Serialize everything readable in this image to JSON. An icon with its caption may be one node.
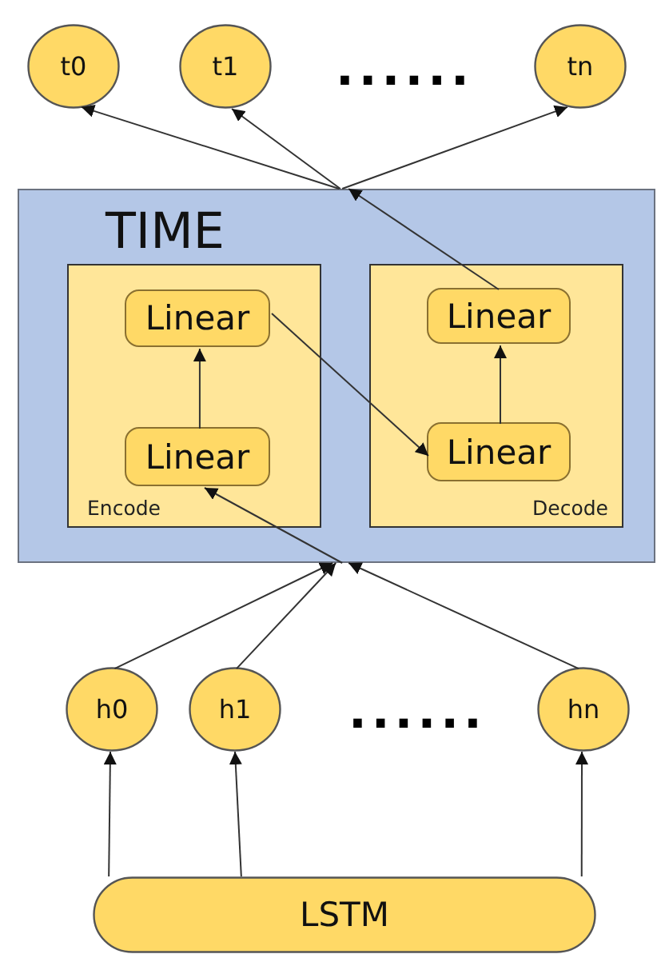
{
  "diagram": {
    "nodes": [
      {
        "text": [
          "t0"
        ]
      },
      {
        "text": [
          "t1"
        ]
      },
      {
        "text": [
          "tn"
        ]
      },
      {
        "text": [
          "TIME"
        ]
      },
      {
        "text": [
          "Encode"
        ],
        "in": 3
      },
      {
        "text": [
          "Decode"
        ],
        "in": 3
      },
      {
        "text": [
          "Linear"
        ],
        "in": 4
      },
      {
        "text": [
          "Linear"
        ],
        "in": 4
      },
      {
        "text": [
          "Linear"
        ],
        "in": 5
      },
      {
        "text": [
          "Linear"
        ],
        "in": 5
      },
      {
        "text": [
          "h0"
        ]
      },
      {
        "text": [
          "h1"
        ]
      },
      {
        "text": [
          "hn"
        ]
      },
      {
        "text": [
          "LSTM"
        ]
      }
    ],
    "edges": [
      {
        "from": 13,
        "to": 10,
        "arrow": "to"
      },
      {
        "from": 13,
        "to": 11,
        "arrow": "to"
      },
      {
        "from": 13,
        "to": 12,
        "arrow": "to"
      },
      {
        "from": 10,
        "to": 3,
        "arrow": "to"
      },
      {
        "from": 11,
        "to": 3,
        "arrow": "to"
      },
      {
        "from": 12,
        "to": 3,
        "arrow": "to"
      },
      {
        "from": 3,
        "to": 7,
        "arrow": "to"
      },
      {
        "from": 7,
        "to": 6,
        "arrow": "to"
      },
      {
        "from": 6,
        "to": 9,
        "arrow": "to"
      },
      {
        "from": 9,
        "to": 8,
        "arrow": "to"
      },
      {
        "from": 8,
        "to": 3,
        "arrow": "to"
      },
      {
        "from": 3,
        "to": 0,
        "arrow": "to"
      },
      {
        "from": 3,
        "to": 1,
        "arrow": "to"
      },
      {
        "from": 3,
        "to": 2,
        "arrow": "to"
      }
    ],
    "labels": [
      "......",
      "......"
    ]
  }
}
